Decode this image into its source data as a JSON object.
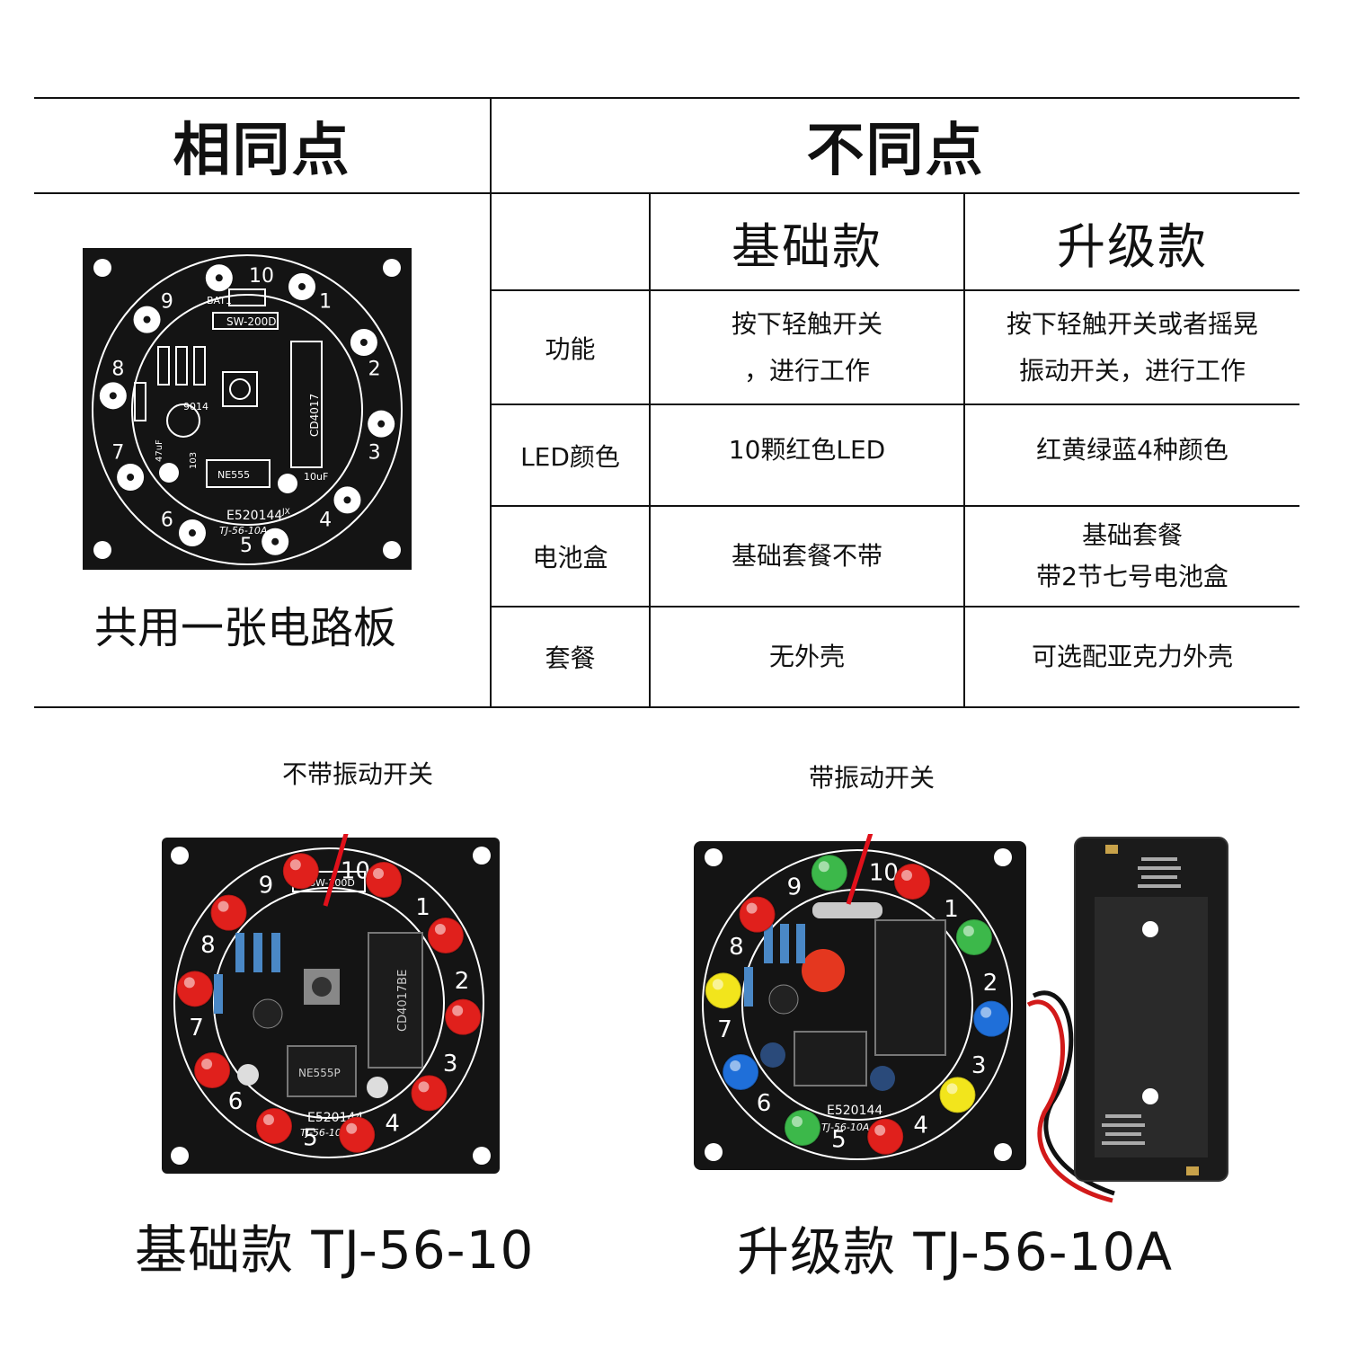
{
  "table": {
    "header_same": "相同点",
    "header_diff": "不同点",
    "col_basic": "基础款",
    "col_upgrade": "升级款",
    "shared_board_caption": "共用一张电路板",
    "rows": [
      {
        "label": "功能",
        "basic": [
          "按下轻触开关",
          "，进行工作"
        ],
        "upgrade": [
          "按下轻触开关或者摇晃",
          "振动开关，进行工作"
        ]
      },
      {
        "label": "LED颜色",
        "basic": [
          "10颗红色LED"
        ],
        "upgrade": [
          "红黄绿蓝4种颜色"
        ]
      },
      {
        "label": "电池盒",
        "basic": [
          "基础套餐不带"
        ],
        "upgrade": [
          "基础套餐",
          "带2节七号电池盒"
        ]
      },
      {
        "label": "套餐",
        "basic": [
          "无外壳"
        ],
        "upgrade": [
          "可选配亚克力外壳"
        ]
      }
    ]
  },
  "pcb": {
    "bat_label": "BAT1",
    "switch_label": "SW-200D",
    "chip_label": "CD4017",
    "timer_label": "NE555",
    "transistor_label": "9014",
    "cap_label": "47uF",
    "cap2_label": "10uF",
    "code_label": "103",
    "cert_label": "E520144",
    "jx_label": "JX",
    "model_label": "TJ-56-10A",
    "numbers": [
      "10",
      "1",
      "2",
      "3",
      "4",
      "5",
      "6",
      "7",
      "8",
      "9"
    ]
  },
  "photos": {
    "basic_annotation": "不带振动开关",
    "upgrade_annotation": "带振动开关",
    "basic_caption": "基础款 TJ-56-10",
    "upgrade_caption": "升级款 TJ-56-10A",
    "basic_chip_label": "CD4017BE",
    "basic_timer_label": "NE555P"
  },
  "colors": {
    "line": "#111111",
    "pcb": "#141414",
    "led_red": "#e0201c",
    "led_yellow": "#f2e51c",
    "led_green": "#3cb84a",
    "led_blue": "#1f6fd9",
    "annotation_arrow": "#e0101a"
  }
}
